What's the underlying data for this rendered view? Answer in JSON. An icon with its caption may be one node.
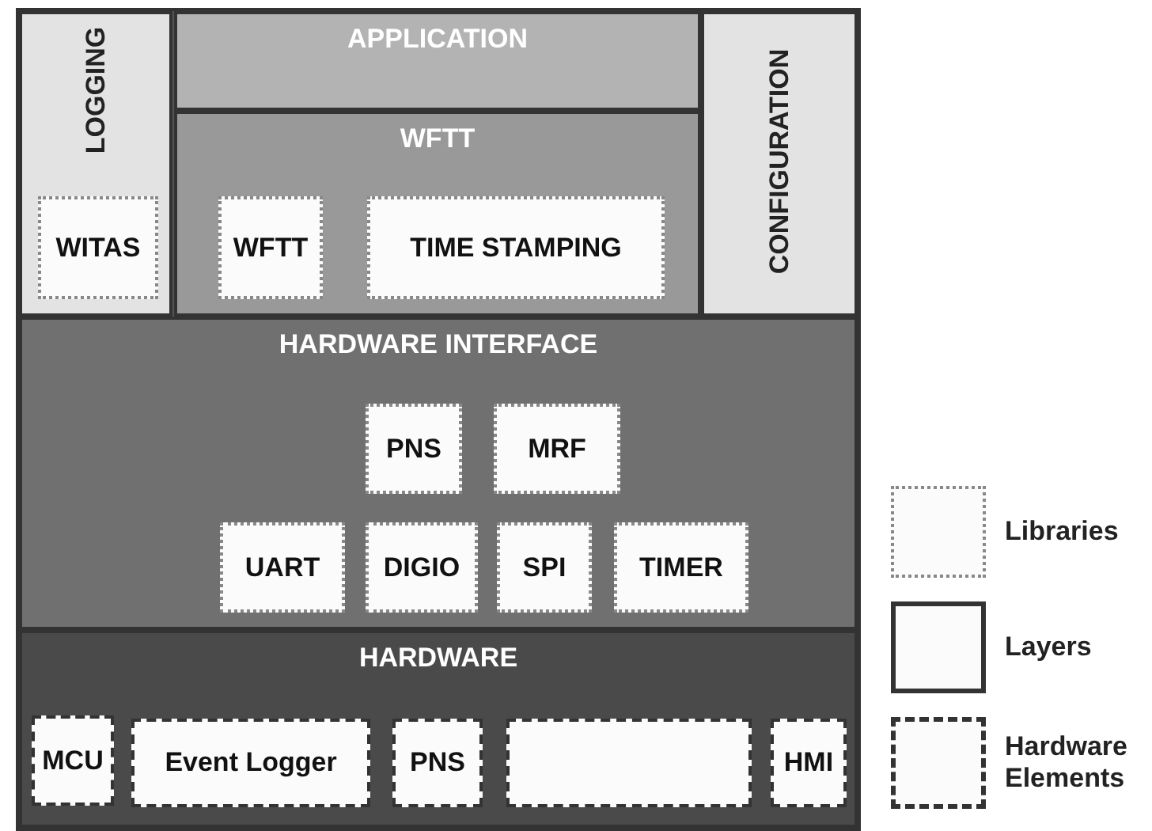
{
  "diagram": {
    "nodes": [
      {
        "text": [
          "LOGGING"
        ]
      },
      {
        "text": [
          "WITAS"
        ],
        "in": 0
      },
      {
        "text": [
          "APPLICATION"
        ]
      },
      {
        "text": [
          "WFTT"
        ]
      },
      {
        "text": [
          "WFTT"
        ],
        "in": 3
      },
      {
        "text": [
          "TIME STAMPING"
        ],
        "in": 3
      },
      {
        "text": [
          "CONFIGURATION"
        ]
      },
      {
        "text": [
          "HARDWARE INTERFACE"
        ]
      },
      {
        "text": [
          "PNS"
        ],
        "in": 7
      },
      {
        "text": [
          "MRF"
        ],
        "in": 7
      },
      {
        "text": [
          "UART"
        ],
        "in": 7
      },
      {
        "text": [
          "DIGIO"
        ],
        "in": 7
      },
      {
        "text": [
          "SPI"
        ],
        "in": 7
      },
      {
        "text": [
          "TIMER"
        ],
        "in": 7
      },
      {
        "text": [
          "HARDWARE"
        ]
      },
      {
        "text": [
          "MCU"
        ],
        "in": 14
      },
      {
        "text": [
          "Event Logger"
        ],
        "in": 14
      },
      {
        "text": [
          "PNS"
        ],
        "in": 14
      },
      {
        "text": [],
        "shape": "box",
        "in": 14
      },
      {
        "text": [
          "HMI"
        ],
        "in": 14
      }
    ],
    "edges": [],
    "legend": [
      {
        "text": "Libraries"
      },
      {
        "text": "Layers"
      },
      {
        "text": "Hardware Elements"
      }
    ]
  }
}
